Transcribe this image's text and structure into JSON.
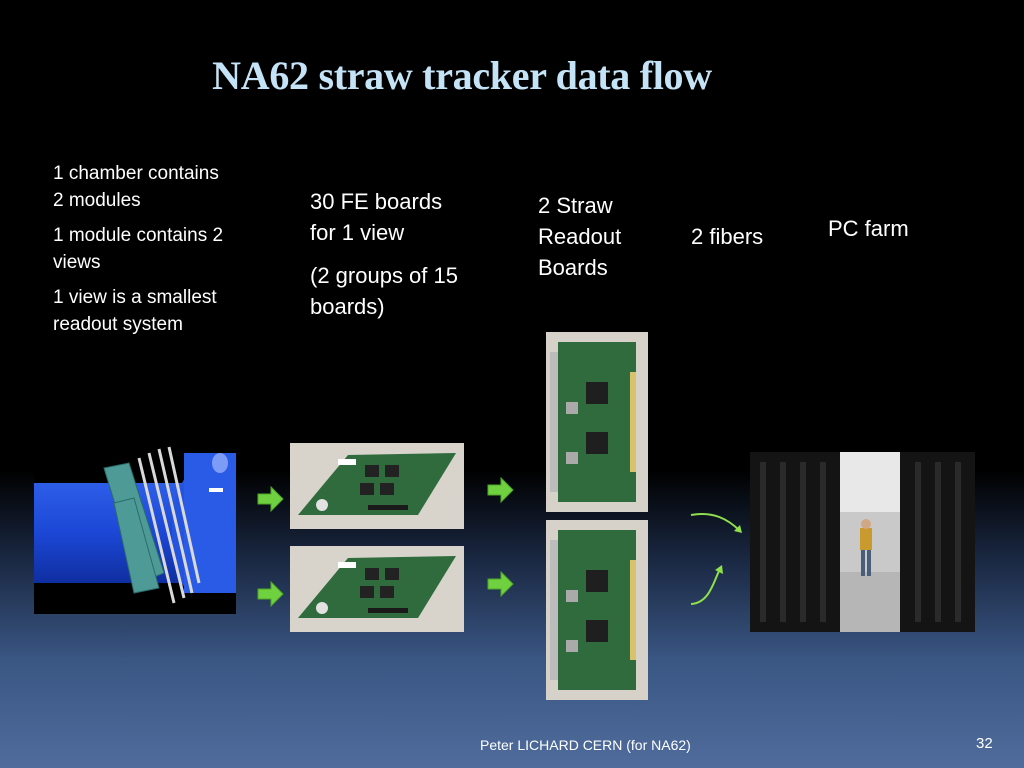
{
  "title": "NA62 straw tracker data flow",
  "chamber_text": {
    "line1": "1 chamber contains 2 modules",
    "line2": "1 module contains 2 views",
    "line3": "1 view is a smallest readout system"
  },
  "fe_text": {
    "line1": "30 FE boards for 1 view",
    "line2": "(2 groups of 15 boards)"
  },
  "srb_text": "2  Straw Readout Boards",
  "fibers_text": "2  fibers",
  "pc_farm_text": "PC farm",
  "footer": "Peter LICHARD CERN (for NA62)",
  "page_number": "32",
  "colors": {
    "title": "#c5e3f6",
    "arrow_green": "#6fd13f",
    "fiber_green": "#8fe04a",
    "pcb_green": "#2f6b3c"
  }
}
